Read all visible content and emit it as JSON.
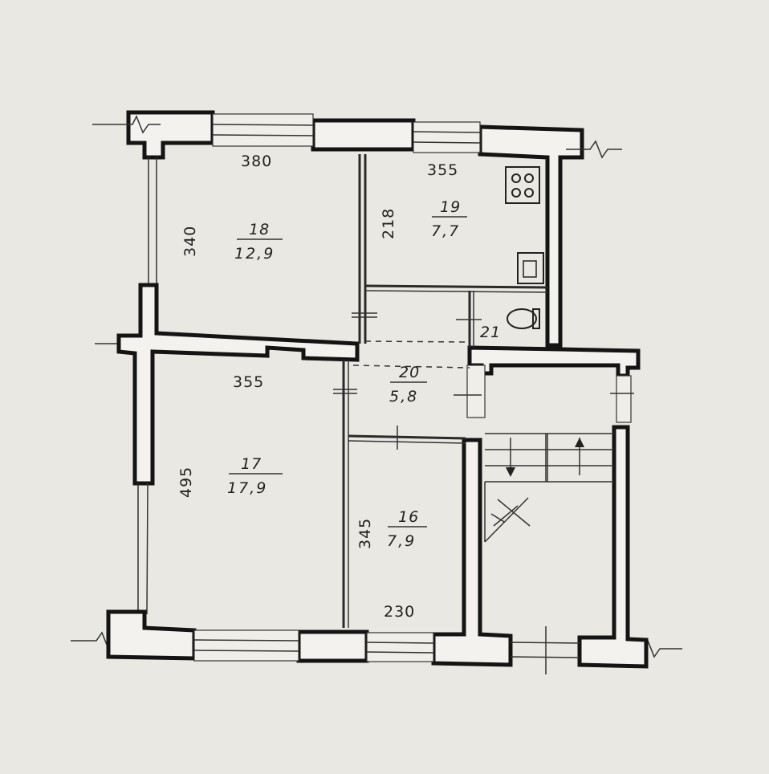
{
  "rooms": [
    {
      "id": "18",
      "number": "18",
      "area": "12,9"
    },
    {
      "id": "19",
      "number": "19",
      "area": "7,7"
    },
    {
      "id": "20",
      "number": "20",
      "area": "5,8"
    },
    {
      "id": "21",
      "number": "21",
      "area": ""
    },
    {
      "id": "17",
      "number": "17",
      "area": "17,9"
    },
    {
      "id": "16",
      "number": "16",
      "area": "7,9"
    }
  ],
  "dimensions": {
    "room18_width": "380",
    "room18_height": "340",
    "room19_width": "355",
    "room19_height": "218",
    "room17_width": "355",
    "room17_height": "495",
    "room16_height": "345",
    "room16_width": "230"
  },
  "colors": {
    "paper": "#e9e8e3",
    "wall": "#141414"
  }
}
